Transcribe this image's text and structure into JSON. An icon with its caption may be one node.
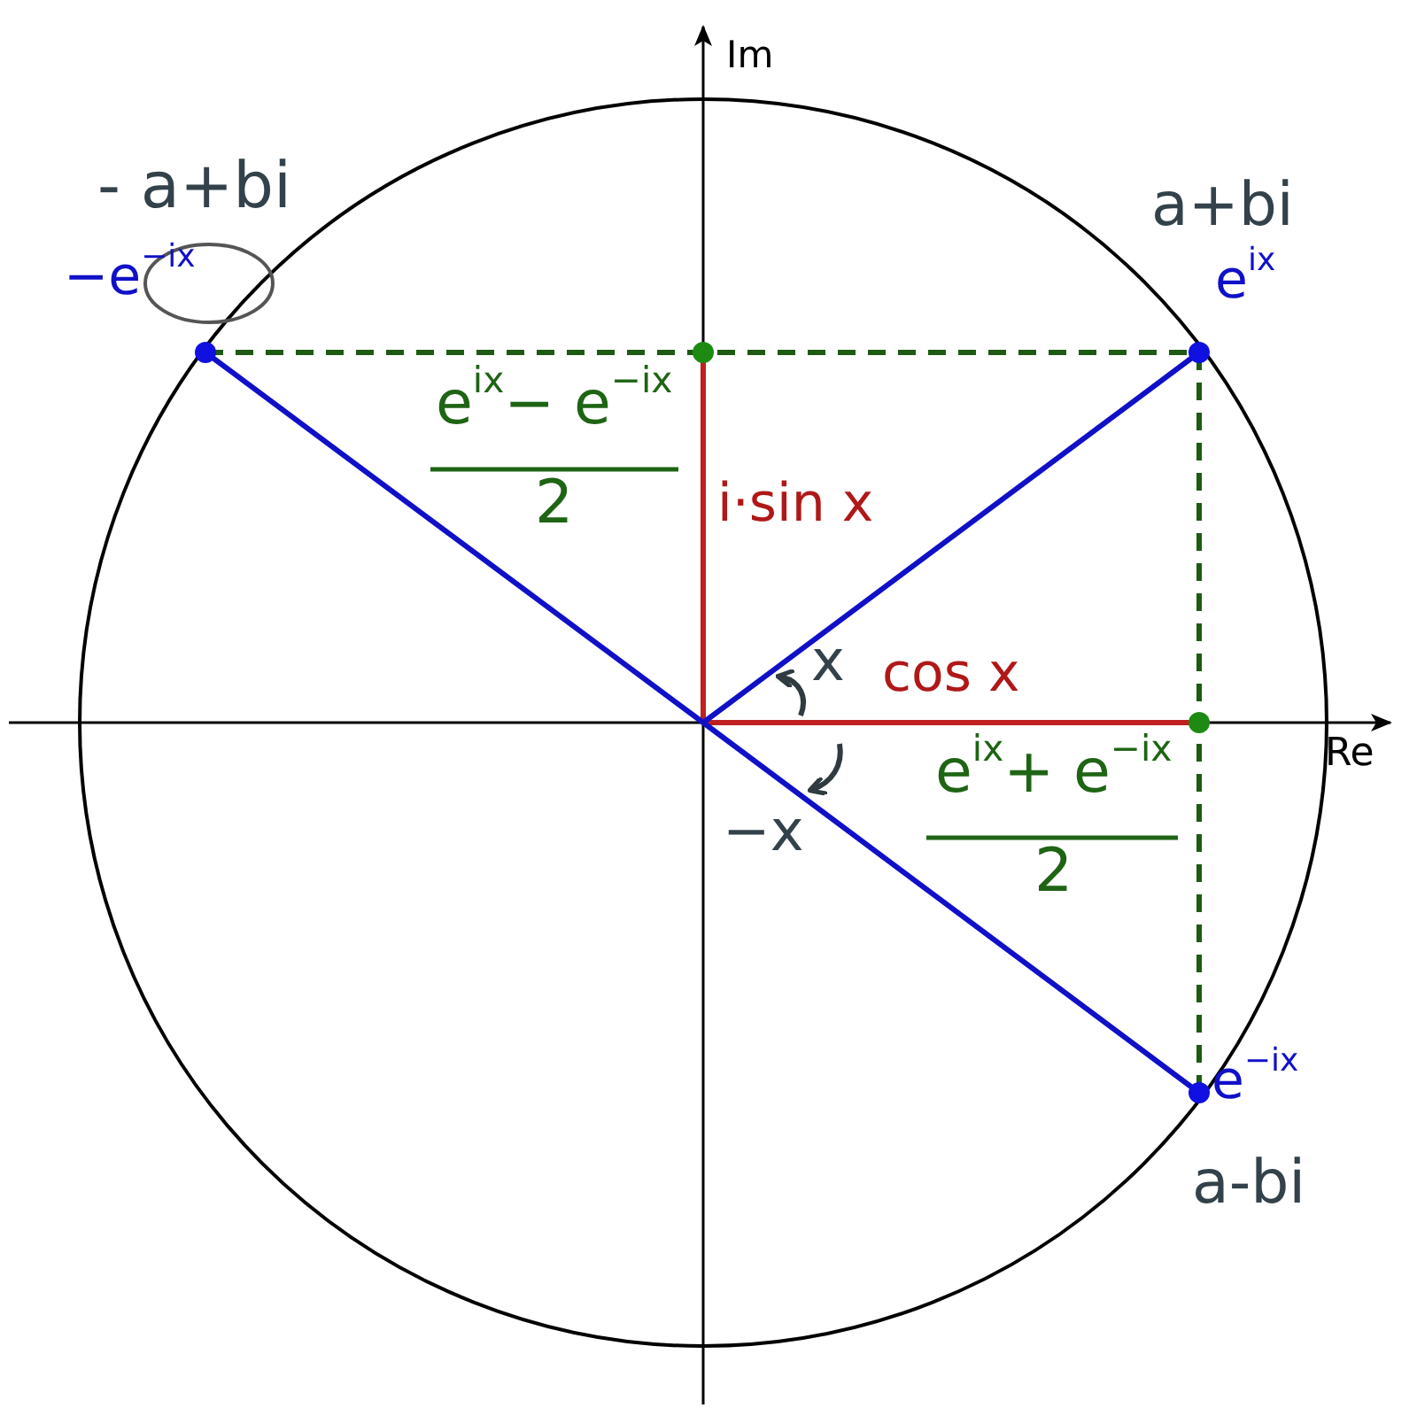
{
  "diagram": {
    "labels": [
      "Im",
      "- a+bi",
      "a+bi",
      "−e$^{−ix}$",
      "e$^{ix}$",
      "e$^{ix}$− e$^{−ix}$",
      "2",
      "i·sin x",
      "x",
      "cos x",
      "Re",
      "−x",
      "e$^{ix}$+ e$^{−ix}$",
      "2",
      "e$^{−ix}$",
      "a-bi"
    ]
  }
}
